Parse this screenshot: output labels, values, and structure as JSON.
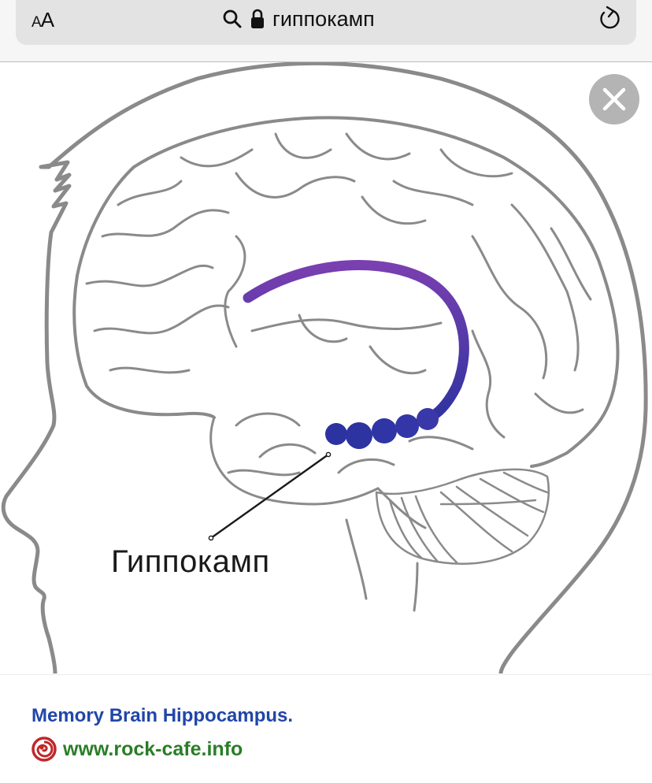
{
  "browser": {
    "text_size_label_small": "A",
    "text_size_label_large": "A",
    "search_query": "гиппокамп",
    "icons": {
      "search": "search-icon",
      "lock": "lock-icon",
      "reload": "reload-icon"
    }
  },
  "image_viewer": {
    "close_icon": "close-icon",
    "diagram": {
      "label": "Гиппокамп",
      "colors": {
        "outline": "#8a8a8a",
        "hippocampus_top": "#7a3fb0",
        "hippocampus_bottom": "#2c33a0",
        "leader_line": "#1a1a1a"
      }
    }
  },
  "result": {
    "title": "Memory Brain Hippocampus.",
    "source": "www.rock-cafe.info",
    "favicon": "spiral-favicon-icon",
    "colors": {
      "title": "#2046a8",
      "source": "#2a7d28",
      "favicon": "#c0282a"
    }
  }
}
